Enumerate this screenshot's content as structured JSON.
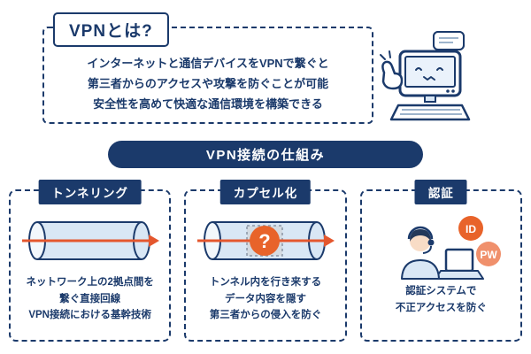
{
  "colors": {
    "navy": "#1b3a6b",
    "orange": "#e8632a",
    "salmon": "#f0906c",
    "light_blue": "#d9e7f5"
  },
  "intro": {
    "title": "VPNとは?",
    "lines": [
      "インターネットと通信デバイスをVPNで繋ぐと",
      "第三者からのアクセスや攻撃を防ぐことが可能",
      "安全性を高めて快適な通信環境を構築できる"
    ]
  },
  "banner": {
    "title": "VPN接続の仕組み"
  },
  "cards": [
    {
      "label": "トンネリング",
      "lines": [
        "ネットワーク上の2拠点間を",
        "繋ぐ直接回線",
        "VPN接続における基幹技術"
      ]
    },
    {
      "label": "カプセル化",
      "lines": [
        "トンネル内を行き来する",
        "データ内容を隠す",
        "第三者からの侵入を防ぐ"
      ]
    },
    {
      "label": "認証",
      "lines": [
        "認証システムで",
        "不正アクセスを防ぐ"
      ]
    }
  ],
  "badges": {
    "question": "?",
    "id": "ID",
    "pw": "PW"
  }
}
